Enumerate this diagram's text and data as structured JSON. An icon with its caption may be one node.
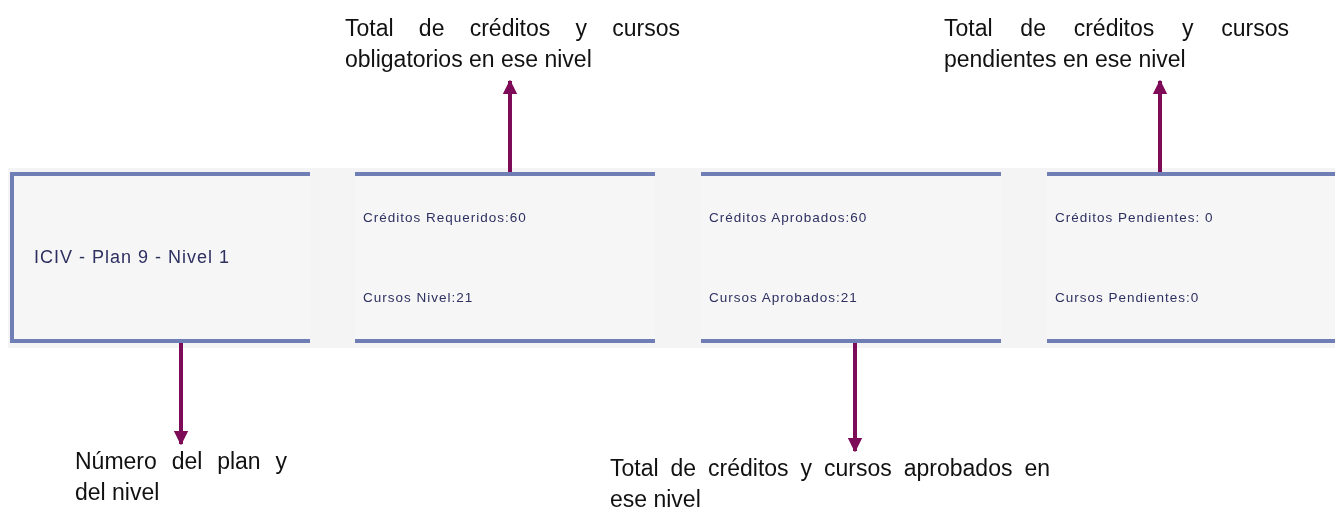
{
  "diagram": {
    "nodes": [
      {
        "text": [
          "ICIV - Plan 9 - Nivel 1"
        ]
      },
      {
        "text": [
          "Créditos Requeridos:60",
          "Cursos Nivel:21"
        ]
      },
      {
        "text": [
          "Créditos Aprobados:60",
          "Cursos Aprobados:21"
        ]
      },
      {
        "text": [
          "Créditos Pendientes: 0",
          "Cursos Pendientes:0"
        ]
      },
      {
        "text": [
          "Total de créditos y cursos obligatorios en ese nivel"
        ]
      },
      {
        "text": [
          "Total de créditos y cursos pendientes en ese nivel"
        ]
      },
      {
        "text": [
          "Número del plan y del nivel"
        ]
      },
      {
        "text": [
          "Total de créditos y cursos aprobados en ese nivel"
        ]
      }
    ],
    "edges": [
      {
        "from": 1,
        "to": 4,
        "arrow": "to"
      },
      {
        "from": 3,
        "to": 5,
        "arrow": "to"
      },
      {
        "from": 0,
        "to": 6,
        "arrow": "to"
      },
      {
        "from": 2,
        "to": 7,
        "arrow": "to"
      }
    ]
  }
}
